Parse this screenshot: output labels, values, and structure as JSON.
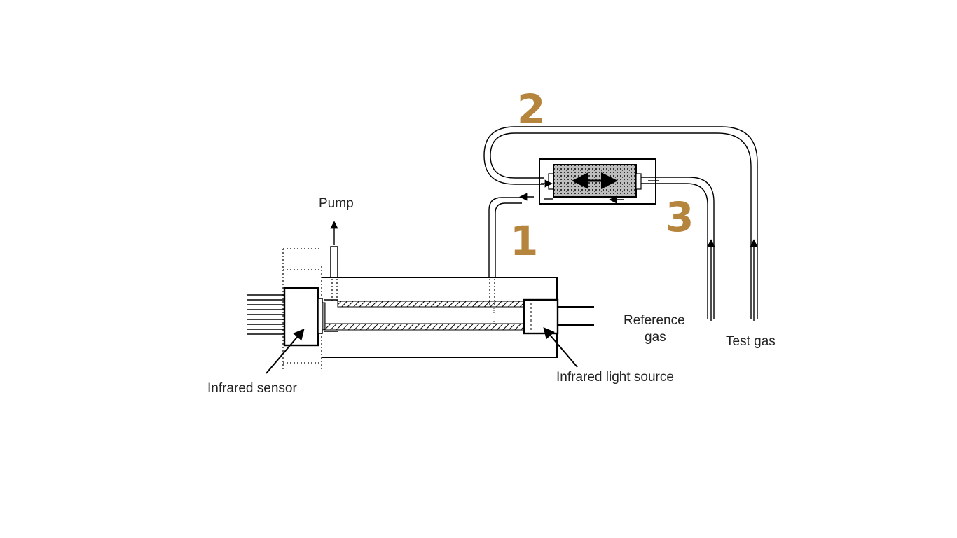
{
  "labels": {
    "pump": "Pump",
    "reference_gas_line1": "Reference",
    "reference_gas_line2": "gas",
    "test_gas": "Test gas",
    "infrared_sensor": "Infrared sensor",
    "infrared_light_source": "Infrared light source"
  },
  "callouts": {
    "one": "1",
    "two": "2",
    "three": "3"
  },
  "colors": {
    "callout": "#B5853D",
    "line": "#000000",
    "label": "#222222"
  }
}
